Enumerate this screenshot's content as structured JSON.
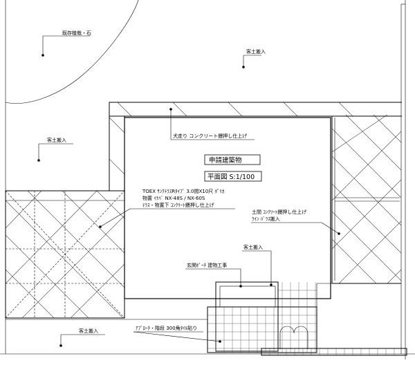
{
  "labels": {
    "existing_planting": "既存植栽・石",
    "soil_top_right": "客土搬入",
    "soil_left": "客土搬入",
    "soil_mid": "客土搬入",
    "soil_bottom": "客土搬入",
    "drip_edge": "犬走り コンクリート鏝押し仕上げ",
    "building_title": "申請建築物",
    "scale": "平面図 S:1/100",
    "terrace_line1": "TOEX ｻﾝｸﾃﾗｽRﾀｲﾌﾟ 3.0間X10尺 ﾎﾟﾘｶ",
    "terrace_line2": "物置 ｲﾅﾊﾞ NX-48S / NX-60S",
    "terrace_line3": "ﾃﾗｽ・物置下 ｺﾝｸﾘｰﾄ鏝押し仕上げ",
    "dirt_floor_line1": "土間 ｺﾝｸﾘｰﾄ鏝押し仕上げ",
    "dirt_floor_line2": "ﾗｲﾝ ﾊﾞﾗｽ搬入",
    "porch": "玄関ﾎﾟｰﾁ 建物工事",
    "approach": "ｱﾌﾟﾛｰﾁ・階段 300角ﾀｲﾙ貼り"
  }
}
